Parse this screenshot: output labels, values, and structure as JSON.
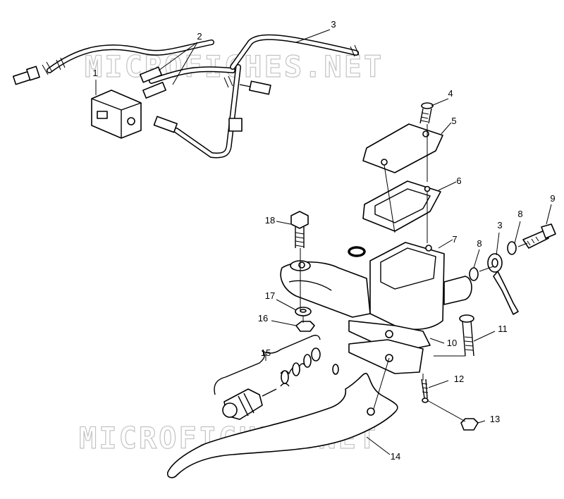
{
  "watermark": {
    "text": "MICROFICHES.NET",
    "color": "#bdbdbd"
  },
  "callouts": [
    {
      "id": "c1",
      "text": "1"
    },
    {
      "id": "c2",
      "text": "2"
    },
    {
      "id": "c3a",
      "text": "3"
    },
    {
      "id": "c4",
      "text": "4"
    },
    {
      "id": "c5",
      "text": "5"
    },
    {
      "id": "c6",
      "text": "6"
    },
    {
      "id": "c7",
      "text": "7"
    },
    {
      "id": "c8a",
      "text": "8"
    },
    {
      "id": "c9",
      "text": "9"
    },
    {
      "id": "c3b",
      "text": "3"
    },
    {
      "id": "c8b",
      "text": "8"
    },
    {
      "id": "c18",
      "text": "18"
    },
    {
      "id": "c17",
      "text": "17"
    },
    {
      "id": "c16",
      "text": "16"
    },
    {
      "id": "c10",
      "text": "10"
    },
    {
      "id": "c11",
      "text": "11"
    },
    {
      "id": "c15",
      "text": "15"
    },
    {
      "id": "c12",
      "text": "12"
    },
    {
      "id": "c13",
      "text": "13"
    },
    {
      "id": "c14",
      "text": "14"
    }
  ]
}
